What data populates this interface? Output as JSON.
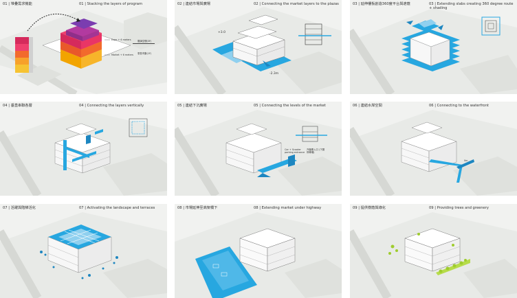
{
  "panels": [
    {
      "zh": "01 | 堆疊需求機能",
      "en": "01 | Stacking the layers of program",
      "labels": [
        "Expo + 6 meters",
        "Market + 6 meters",
        "展演空間(3F)",
        "零售市集(1F)"
      ]
    },
    {
      "zh": "02 | 連結市場與廣場",
      "en": "02 | Connecting the market layers to the plazas",
      "labels": [
        "+3.0",
        "-2.3m"
      ]
    },
    {
      "zh": "03 | 延伸樓板創造360度平台與遮蔭",
      "en": "03 | Extending slabs creating 360 degree route + shading",
      "labels": []
    },
    {
      "zh": "04 | 垂直串聯各層",
      "en": "04 | Connecting the layers vertically",
      "labels": []
    },
    {
      "zh": "05 | 連結下沉廣場",
      "en": "05 | Connecting the levels of the market",
      "labels": [
        "Car + Scooter parking entrance",
        "汽機車入口 (下層停車場)"
      ]
    },
    {
      "zh": "06 | 連結水岸空間",
      "en": "06 | Connecting to the waterfront",
      "labels": [
        "0m"
      ]
    },
    {
      "zh": "07 | 活躍與階梯活化",
      "en": "07 | Activating the landscape and terraces",
      "labels": []
    },
    {
      "zh": "08 | 市場延伸至高架橋下",
      "en": "08 | Extending market under highway",
      "labels": []
    },
    {
      "zh": "09 | 提供樹蔭與綠化",
      "en": "09 | Providing trees and greenery",
      "labels": []
    }
  ]
}
